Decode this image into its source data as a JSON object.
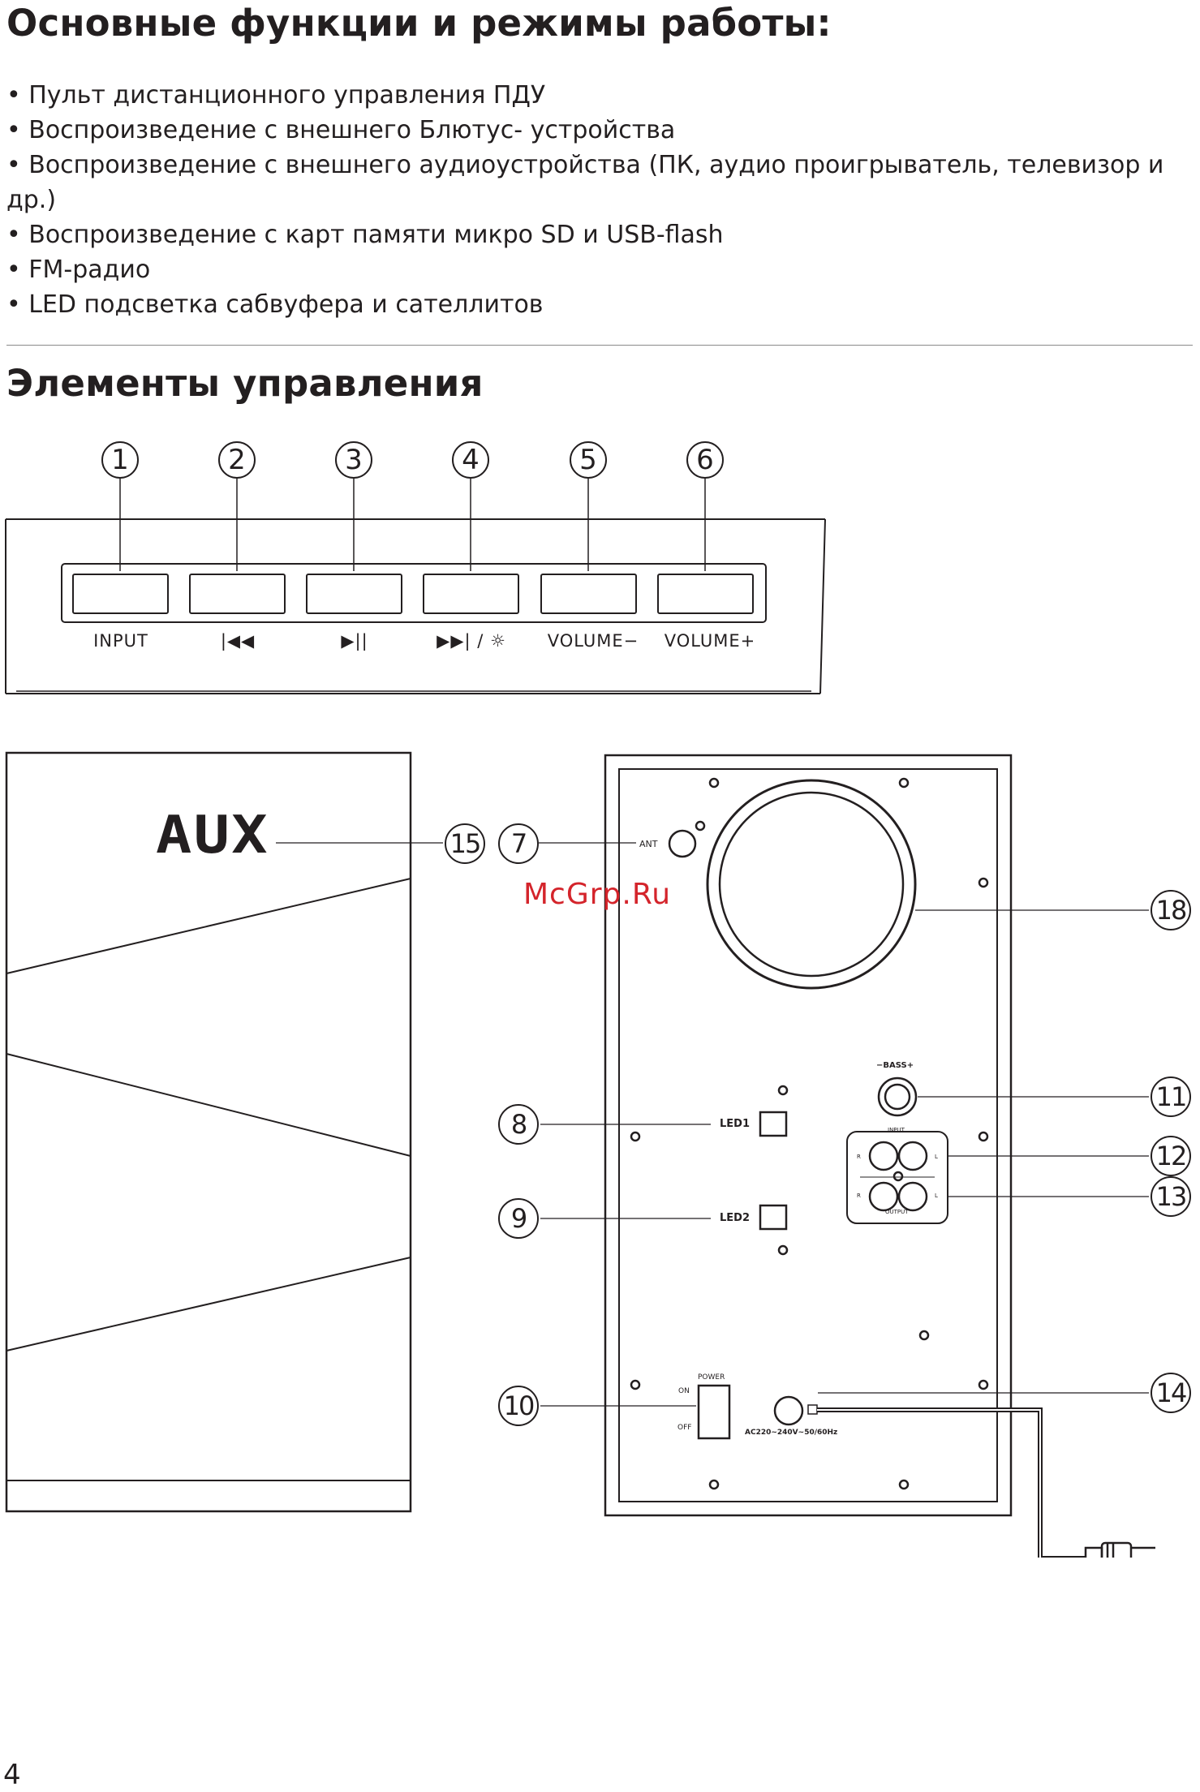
{
  "title": "Основные функции и режимы работы:",
  "features": [
    "Пульт дистанционного управления ПДУ",
    "Воспроизведение с внешнего Блютус- устройства",
    "Воспроизведение с внешнего аудиоустройства (ПК, аудио проигрыватель, телевизор и др.)",
    "Воспроизведение с карт памяти микро SD и USB-flash",
    "FM-радио",
    "LED подсветка сабвуфера и сателлитов"
  ],
  "controls_title": "Элементы управления",
  "panel_buttons": [
    {
      "num": "1",
      "label": "INPUT"
    },
    {
      "num": "2",
      "label": "|◀◀"
    },
    {
      "num": "3",
      "label": "▶||"
    },
    {
      "num": "4",
      "label": "▶▶| / ☼"
    },
    {
      "num": "5",
      "label": "VOLUME−"
    },
    {
      "num": "6",
      "label": "VOLUME+"
    }
  ],
  "display_text": "AUX",
  "rear_labels": {
    "ant": "ANT",
    "bass": "−BASS+",
    "led1": "LED1",
    "led2": "LED2",
    "input": "INPUT",
    "output": "OUTPUT",
    "r": "R",
    "l": "L",
    "power": "POWER",
    "on": "ON",
    "off": "OFF",
    "ac": "AC220~240V~50/60Hz"
  },
  "callouts": {
    "n7": "7",
    "n8": "8",
    "n9": "9",
    "n10": "10",
    "n11": "11",
    "n12": "12",
    "n13": "13",
    "n14": "14",
    "n15": "15",
    "n18": "18"
  },
  "watermark": "McGrp.Ru",
  "page_number": "4"
}
